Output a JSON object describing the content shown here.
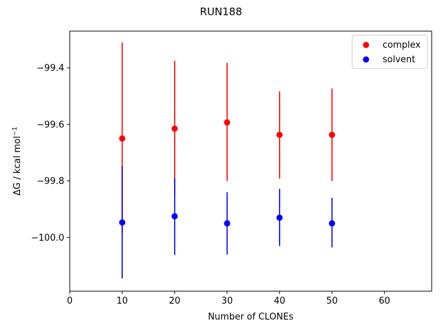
{
  "chart_data": {
    "type": "scatter",
    "title": "RUN188",
    "xlabel": "Number of CLONEs",
    "ylabel_main": "ΔG / kcal mol",
    "ylabel_sup": "−1",
    "xlim": [
      0,
      69
    ],
    "ylim": [
      -100.19,
      -99.27
    ],
    "x_ticks": [
      0,
      10,
      20,
      30,
      40,
      50,
      60
    ],
    "x_tick_labels": [
      "0",
      "10",
      "20",
      "30",
      "40",
      "50",
      "60"
    ],
    "y_ticks": [
      -100.0,
      -99.8,
      -99.6,
      -99.4
    ],
    "y_tick_labels": [
      "−100.0",
      "−99.8",
      "−99.6",
      "−99.4"
    ],
    "grid": false,
    "legend_position": "top-right",
    "series": [
      {
        "name": "complex",
        "color": "#ff0000",
        "points": [
          {
            "x": 10,
            "y": -99.65,
            "yerr_low": -99.985,
            "yerr_high": -99.31
          },
          {
            "x": 20,
            "y": -99.615,
            "yerr_low": -99.85,
            "yerr_high": -99.375
          },
          {
            "x": 30,
            "y": -99.593,
            "yerr_low": -99.8,
            "yerr_high": -99.382
          },
          {
            "x": 40,
            "y": -99.637,
            "yerr_low": -99.792,
            "yerr_high": -99.483
          },
          {
            "x": 50,
            "y": -99.637,
            "yerr_low": -99.8,
            "yerr_high": -99.473
          }
        ]
      },
      {
        "name": "solvent",
        "color": "#0000ff",
        "points": [
          {
            "x": 10,
            "y": -99.947,
            "yerr_low": -100.145,
            "yerr_high": -99.748
          },
          {
            "x": 20,
            "y": -99.925,
            "yerr_low": -100.062,
            "yerr_high": -99.79
          },
          {
            "x": 30,
            "y": -99.95,
            "yerr_low": -100.06,
            "yerr_high": -99.84
          },
          {
            "x": 40,
            "y": -99.93,
            "yerr_low": -100.03,
            "yerr_high": -99.828
          },
          {
            "x": 50,
            "y": -99.95,
            "yerr_low": -100.035,
            "yerr_high": -99.86
          }
        ]
      }
    ]
  }
}
